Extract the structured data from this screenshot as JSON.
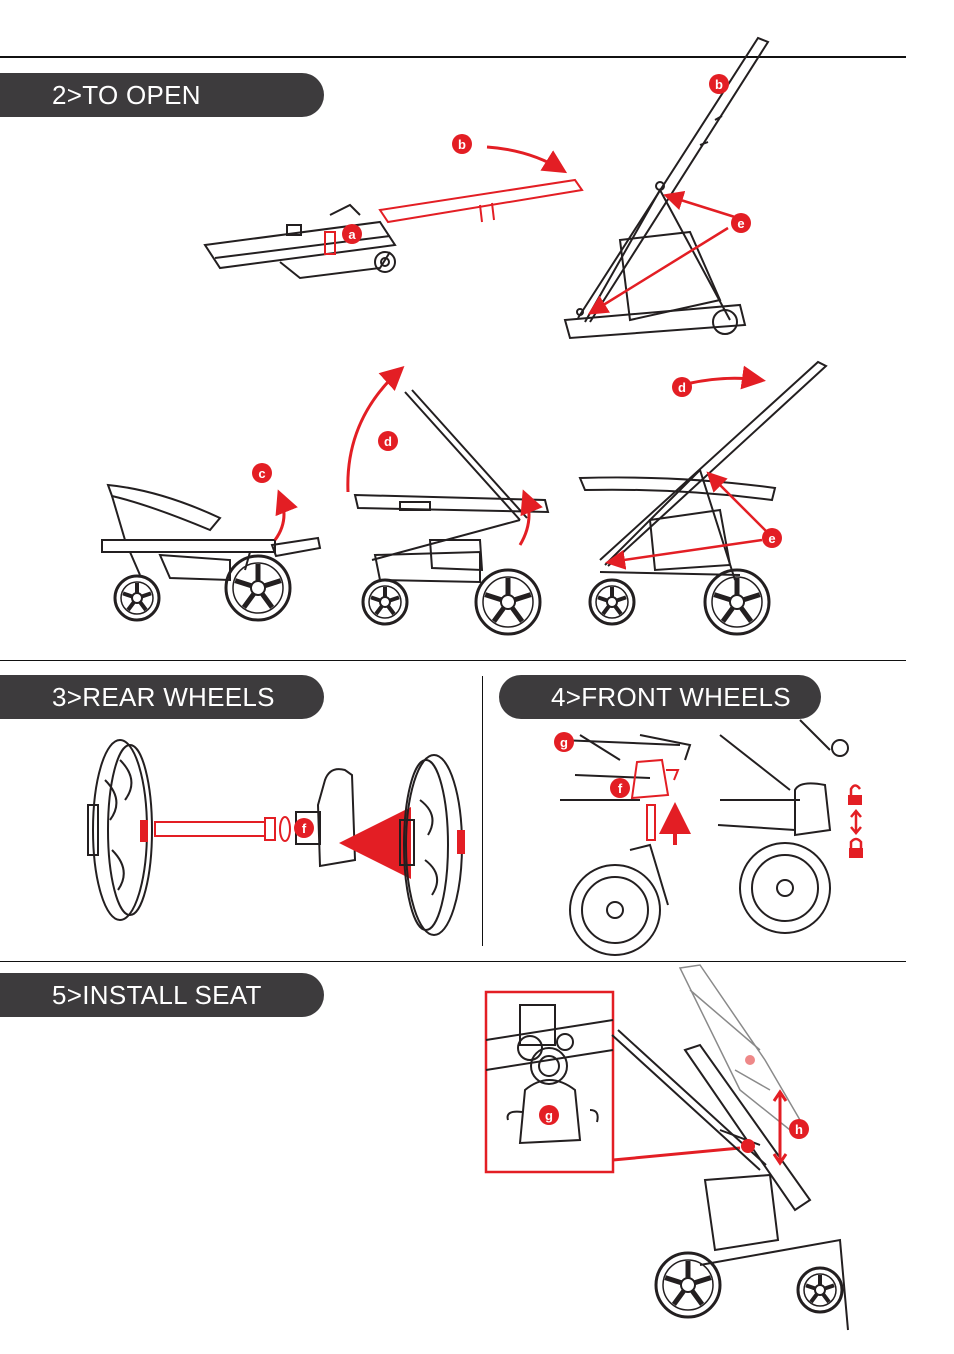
{
  "sections": {
    "open": {
      "title": "2>TO OPEN"
    },
    "rear_wheels": {
      "title": "3>REAR WHEELS"
    },
    "front_wheels": {
      "title": "4>FRONT WHEELS"
    },
    "install_seat": {
      "title": "5>INSTALL SEAT"
    }
  },
  "labels": {
    "a": "a",
    "b": "b",
    "c": "c",
    "d": "d",
    "e": "e",
    "f": "f",
    "g": "g",
    "h": "h"
  },
  "colors": {
    "banner": "#3d3b3d",
    "accent": "#e31e24",
    "line": "#231f20"
  },
  "icons": [
    "stroller-illustration",
    "wheel-illustration",
    "lock-icon",
    "unlock-icon",
    "arrow-icon"
  ]
}
